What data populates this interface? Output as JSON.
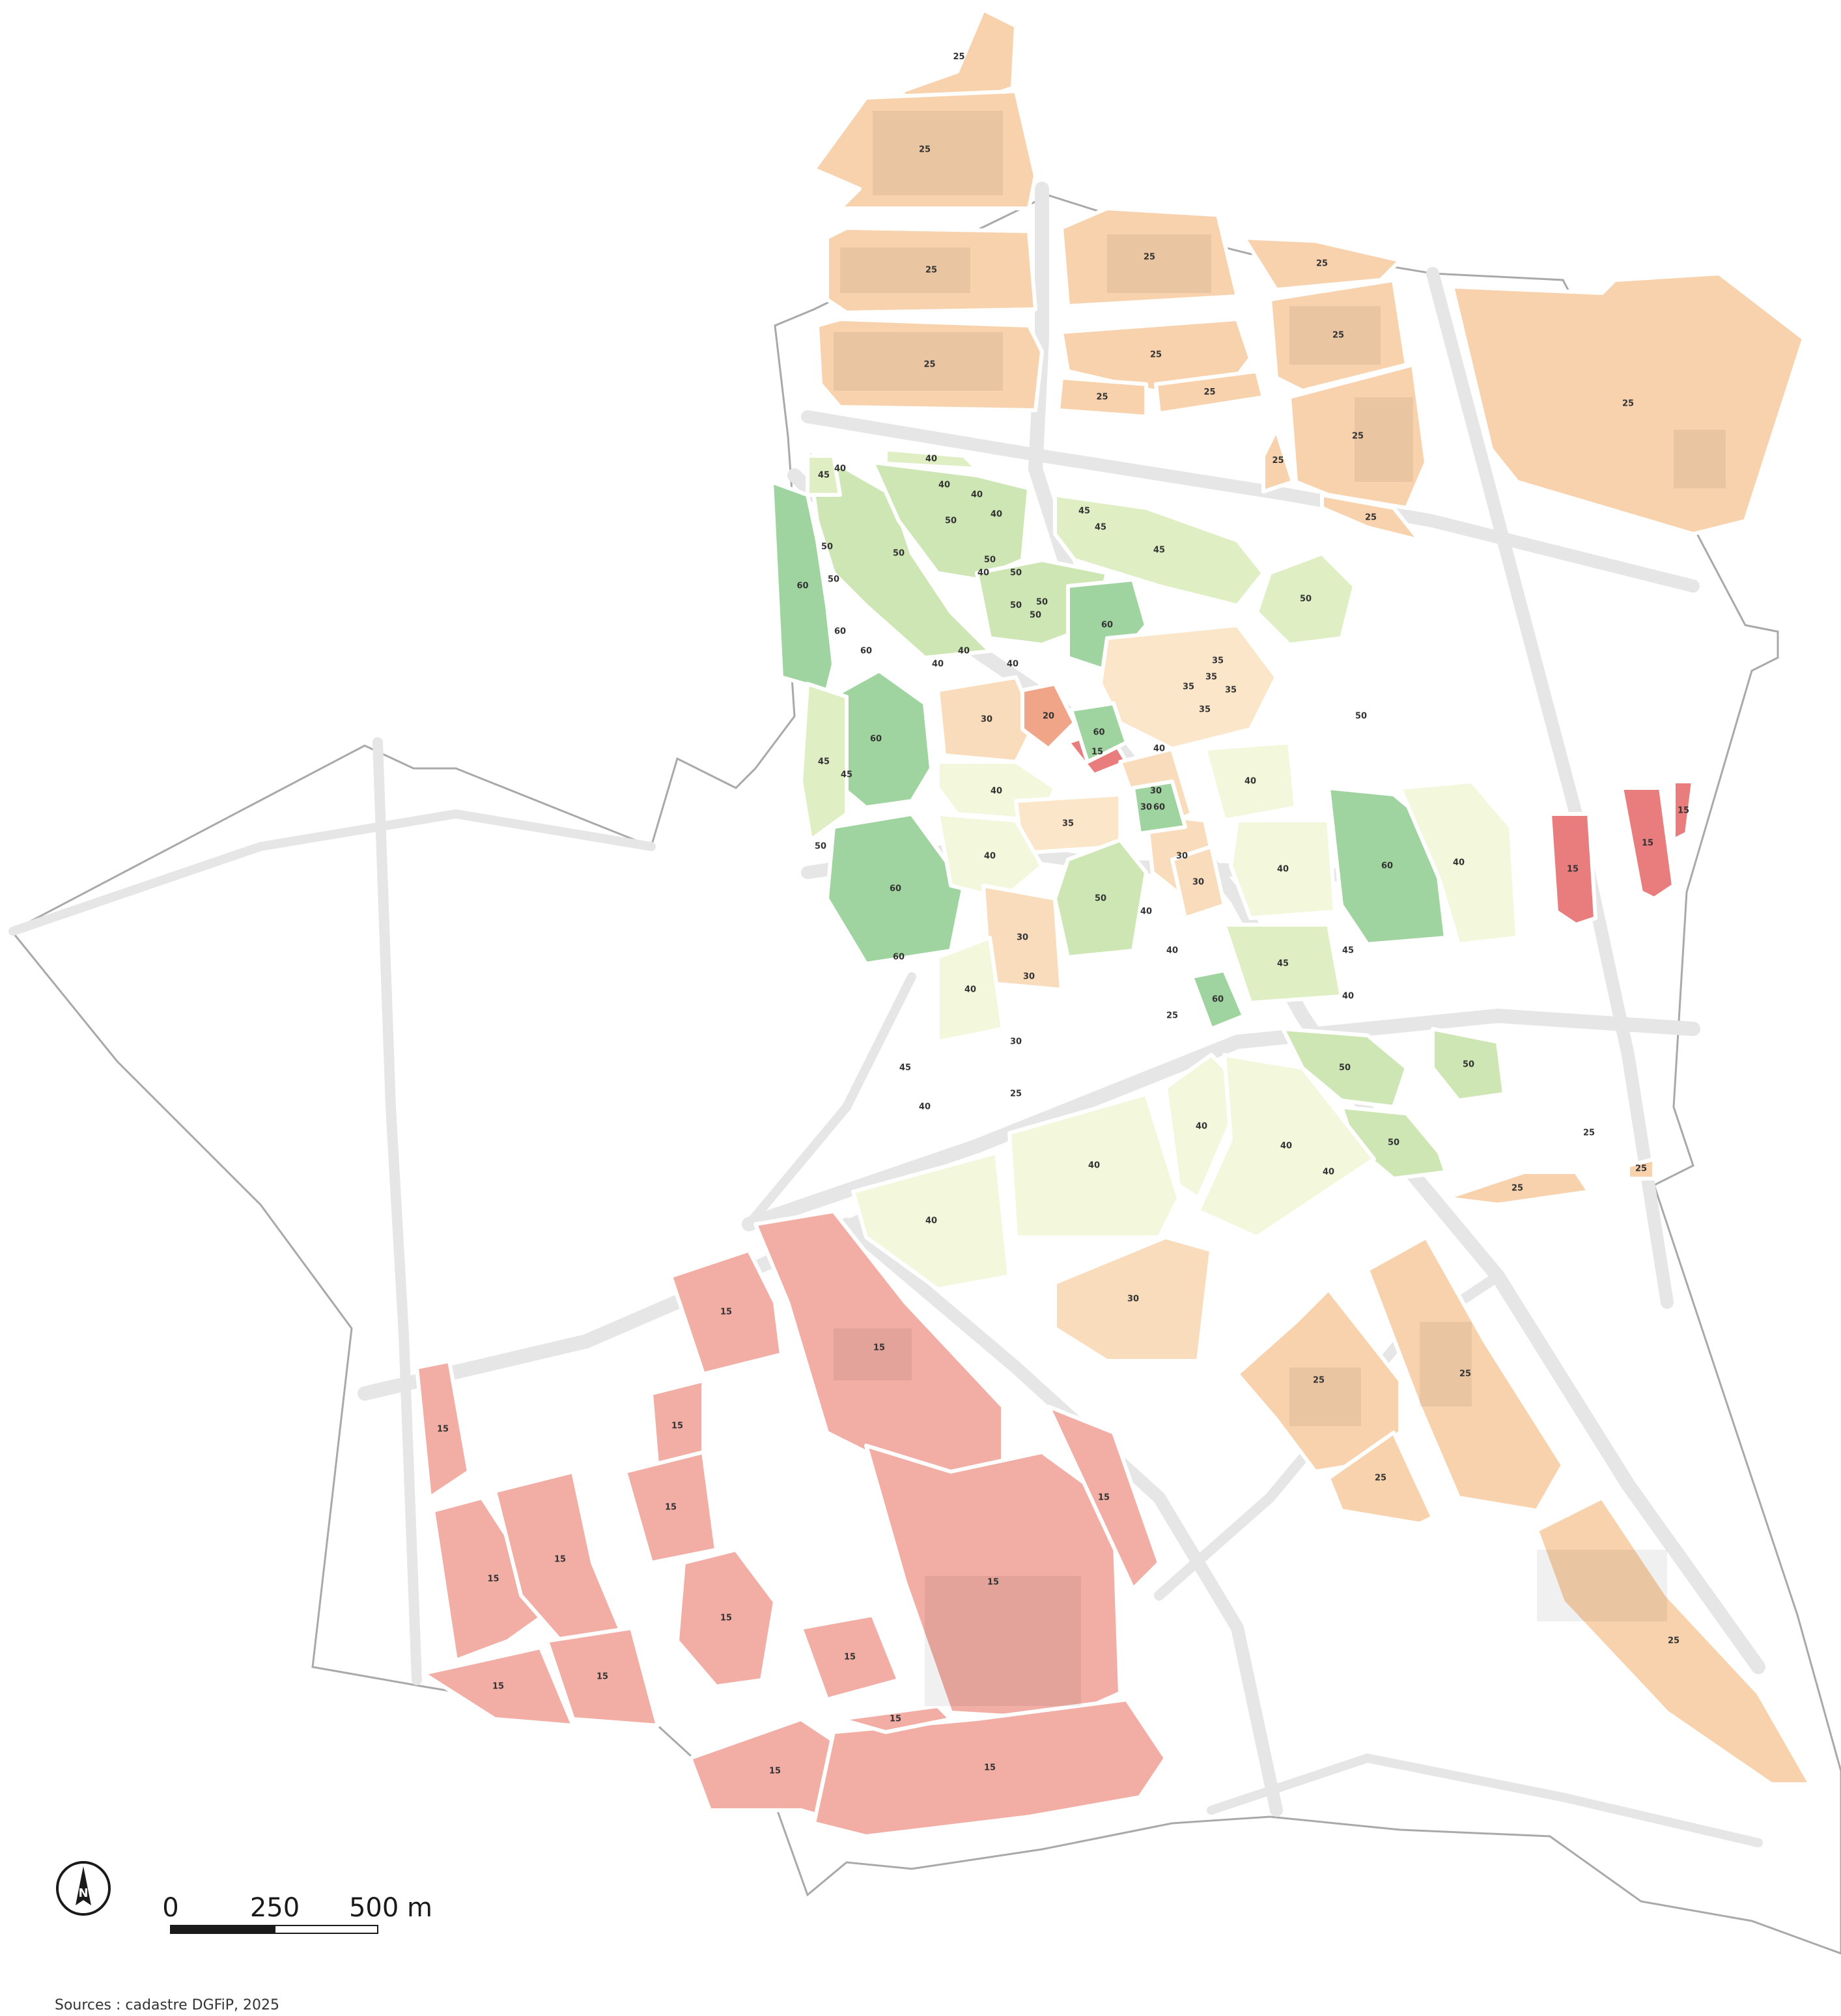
{
  "colors": {
    "c15": "#f2aea4",
    "c15dark": "#e97c7c",
    "c20": "#f0a589",
    "c25": "#f8d2ad",
    "c30": "#f9dcbb",
    "c35": "#fbe6ca",
    "c40": "#f3f7dc",
    "c45": "#dfeec3",
    "c50": "#cde6b3",
    "c60": "#9fd39f",
    "road": "#e6e6e6",
    "boundary": "#a9a9a9"
  },
  "north_arrow": {
    "letter": "N"
  },
  "scale_bar": {
    "labels": [
      "0",
      "250",
      "500 m"
    ]
  },
  "source": "Sources : cadastre DGFiP, 2025",
  "zones": [
    {
      "id": "z01",
      "cls": "c25",
      "label": "25"
    },
    {
      "id": "z02",
      "cls": "c25",
      "label": "25"
    },
    {
      "id": "z03",
      "cls": "c25",
      "label": "25"
    },
    {
      "id": "z04",
      "cls": "c25",
      "label": "25"
    },
    {
      "id": "z05",
      "cls": "c25",
      "label": "25"
    },
    {
      "id": "z06",
      "cls": "c25",
      "label": "25"
    },
    {
      "id": "z07",
      "cls": "c25",
      "label": "25"
    },
    {
      "id": "z08",
      "cls": "c25",
      "label": "25"
    },
    {
      "id": "z09",
      "cls": "c25",
      "label": "25"
    },
    {
      "id": "z10",
      "cls": "c25",
      "label": "25"
    },
    {
      "id": "z11",
      "cls": "c25",
      "label": "25"
    },
    {
      "id": "z12",
      "cls": "c25",
      "label": "25"
    },
    {
      "id": "z13",
      "cls": "c25",
      "label": "25"
    },
    {
      "id": "z14",
      "cls": "c25",
      "label": "25"
    },
    {
      "id": "z15",
      "cls": "c60",
      "label": "60"
    },
    {
      "id": "z16",
      "cls": "c50",
      "label": "50"
    },
    {
      "id": "z17",
      "cls": "c45",
      "label": "45"
    },
    {
      "id": "z18",
      "cls": "c50",
      "label": "50"
    },
    {
      "id": "z19",
      "cls": "c45",
      "label": "40"
    },
    {
      "id": "z20",
      "cls": "c45",
      "label": "45"
    },
    {
      "id": "z21",
      "cls": "c50",
      "label": "50"
    },
    {
      "id": "z22",
      "cls": "c60",
      "label": "60"
    },
    {
      "id": "z23",
      "cls": "c45",
      "label": "50"
    },
    {
      "id": "z24",
      "cls": "c35",
      "label": "35"
    },
    {
      "id": "z25",
      "cls": "c30",
      "label": "30"
    },
    {
      "id": "z26",
      "cls": "c20",
      "label": "20"
    },
    {
      "id": "z27",
      "cls": "c15dark",
      "label": "15"
    },
    {
      "id": "z28",
      "cls": "c60",
      "label": "60"
    },
    {
      "id": "z29",
      "cls": "c40",
      "label": "40"
    },
    {
      "id": "z30",
      "cls": "c60",
      "label": "60"
    },
    {
      "id": "z31",
      "cls": "c45",
      "label": "45"
    },
    {
      "id": "z32",
      "cls": "c60",
      "label": "60"
    },
    {
      "id": "z33",
      "cls": "c35",
      "label": "35"
    },
    {
      "id": "z34",
      "cls": "c30",
      "label": "30"
    },
    {
      "id": "z35",
      "cls": "c50",
      "label": "50"
    },
    {
      "id": "z36",
      "cls": "c30",
      "label": "30"
    },
    {
      "id": "z37",
      "cls": "c30",
      "label": "30"
    },
    {
      "id": "z38",
      "cls": "c60",
      "label": "60"
    },
    {
      "id": "z39",
      "cls": "c40",
      "label": "40"
    },
    {
      "id": "z40",
      "cls": "c40",
      "label": "40"
    },
    {
      "id": "z41",
      "cls": "c60",
      "label": "60"
    },
    {
      "id": "z42",
      "cls": "c40",
      "label": "40"
    },
    {
      "id": "z43",
      "cls": "c45",
      "label": "45"
    },
    {
      "id": "z44",
      "cls": "c40",
      "label": "40"
    },
    {
      "id": "z45",
      "cls": "c30",
      "label": "30"
    },
    {
      "id": "z46",
      "cls": "c60",
      "label": "60"
    },
    {
      "id": "z47",
      "cls": "c40",
      "label": "40"
    },
    {
      "id": "z48",
      "cls": "c50",
      "label": "50"
    },
    {
      "id": "z49",
      "cls": "c50",
      "label": "50"
    },
    {
      "id": "z50",
      "cls": "c50",
      "label": "50"
    },
    {
      "id": "z51",
      "cls": "c40",
      "label": "40"
    },
    {
      "id": "z52",
      "cls": "c40",
      "label": "40"
    },
    {
      "id": "z53",
      "cls": "c40",
      "label": "40"
    },
    {
      "id": "z54",
      "cls": "c40",
      "label": "40"
    },
    {
      "id": "z55",
      "cls": "c30",
      "label": "30"
    },
    {
      "id": "z56",
      "cls": "c25",
      "label": "25"
    },
    {
      "id": "z57",
      "cls": "c25",
      "label": "25"
    },
    {
      "id": "z58",
      "cls": "c25",
      "label": "25"
    },
    {
      "id": "z59",
      "cls": "c25",
      "label": "25"
    },
    {
      "id": "z60",
      "cls": "c25",
      "label": "25"
    },
    {
      "id": "z61",
      "cls": "c25",
      "label": "25"
    },
    {
      "id": "z62",
      "cls": "c15dark",
      "label": "15"
    },
    {
      "id": "z63",
      "cls": "c15dark",
      "label": "15"
    },
    {
      "id": "z64",
      "cls": "c15dark",
      "label": "15"
    },
    {
      "id": "z65",
      "cls": "c15",
      "label": "15"
    },
    {
      "id": "z66",
      "cls": "c15",
      "label": "15"
    },
    {
      "id": "z67",
      "cls": "c15",
      "label": "15"
    },
    {
      "id": "z68",
      "cls": "c15",
      "label": "15"
    },
    {
      "id": "z69",
      "cls": "c15",
      "label": "15"
    },
    {
      "id": "z70",
      "cls": "c15",
      "label": "15"
    },
    {
      "id": "z71",
      "cls": "c15",
      "label": "15"
    },
    {
      "id": "z72",
      "cls": "c15",
      "label": "15"
    },
    {
      "id": "z73",
      "cls": "c15",
      "label": "15"
    },
    {
      "id": "z74",
      "cls": "c15",
      "label": "15"
    },
    {
      "id": "z75",
      "cls": "c15",
      "label": "15"
    },
    {
      "id": "z76",
      "cls": "c15",
      "label": "15"
    },
    {
      "id": "z77",
      "cls": "c15",
      "label": "15"
    },
    {
      "id": "z78",
      "cls": "c15",
      "label": "15"
    },
    {
      "id": "z79",
      "cls": "c15",
      "label": "15"
    },
    {
      "id": "z80",
      "cls": "c15",
      "label": "15"
    }
  ],
  "small_labels": [
    {
      "id": "s01",
      "label": "40"
    },
    {
      "id": "s02",
      "label": "40"
    },
    {
      "id": "s03",
      "label": "40"
    },
    {
      "id": "s04",
      "label": "40"
    },
    {
      "id": "s05",
      "label": "45"
    },
    {
      "id": "s06",
      "label": "45"
    },
    {
      "id": "s07",
      "label": "50"
    },
    {
      "id": "s08",
      "label": "50"
    },
    {
      "id": "s09",
      "label": "50"
    },
    {
      "id": "s10",
      "label": "50"
    },
    {
      "id": "s11",
      "label": "35"
    },
    {
      "id": "s12",
      "label": "35"
    },
    {
      "id": "s13",
      "label": "35"
    },
    {
      "id": "s14",
      "label": "40"
    },
    {
      "id": "s15",
      "label": "40"
    },
    {
      "id": "s16",
      "label": "40"
    },
    {
      "id": "s17",
      "label": "50"
    },
    {
      "id": "s18",
      "label": "50"
    },
    {
      "id": "s19",
      "label": "40"
    },
    {
      "id": "s20",
      "label": "60"
    },
    {
      "id": "s21",
      "label": "60"
    },
    {
      "id": "s22",
      "label": "45"
    },
    {
      "id": "s23",
      "label": "50"
    },
    {
      "id": "s24",
      "label": "40"
    },
    {
      "id": "s25",
      "label": "35"
    },
    {
      "id": "s26",
      "label": "30"
    },
    {
      "id": "s27",
      "label": "30"
    },
    {
      "id": "s28",
      "label": "40"
    },
    {
      "id": "s29",
      "label": "40"
    },
    {
      "id": "s30",
      "label": "45"
    },
    {
      "id": "s31",
      "label": "40"
    },
    {
      "id": "s32",
      "label": "50"
    },
    {
      "id": "s33",
      "label": "45"
    },
    {
      "id": "s34",
      "label": "40"
    },
    {
      "id": "s35",
      "label": "60"
    },
    {
      "id": "s36",
      "label": "30"
    },
    {
      "id": "s37",
      "label": "25"
    },
    {
      "id": "s38",
      "label": "25"
    },
    {
      "id": "s39",
      "label": "25"
    },
    {
      "id": "s40",
      "label": "40"
    }
  ]
}
